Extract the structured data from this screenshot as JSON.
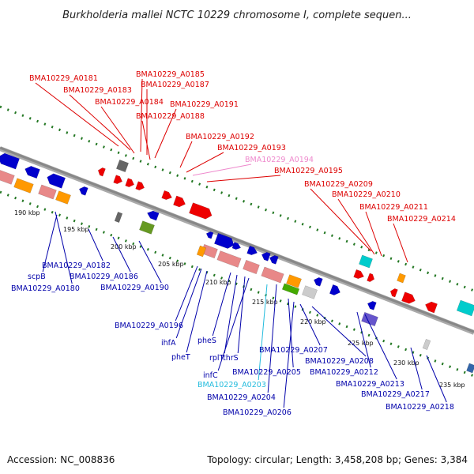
{
  "title": "Burkholderia mallei NCTC 10229 chromosome I, complete sequen...",
  "accession": "Accession: NC_008836",
  "summary": "Topology: circular; Length: 3,458,208 bp; Genes: 3,384",
  "colors": {
    "red_label": "#dd0000",
    "pink_label": "#ee88cc",
    "blue_label": "#0000aa",
    "cyan_label": "#22bbdd",
    "backbone": "#888888",
    "tick_green": "#227722"
  },
  "ticks": [
    "190 kbp",
    "195 kbp",
    "200 kbp",
    "205 kbp",
    "210 kbp",
    "215 kbp",
    "220 kbp",
    "225 kbp",
    "230 kbp",
    "235 kbp"
  ],
  "top_labels": [
    "BMA10229_A0181",
    "BMA10229_A0183",
    "BMA10229_A0185",
    "BMA10229_A0187",
    "BMA10229_A0184",
    "BMA10229_A0191",
    "BMA10229_A0188",
    "BMA10229_A0192",
    "BMA10229_A0193",
    "BMA10229_A0194",
    "BMA10229_A0195",
    "BMA10229_A0209",
    "BMA10229_A0210",
    "BMA10229_A0211",
    "BMA10229_A0214"
  ],
  "bottom_labels": [
    "BMA10229_A0182",
    "scpB",
    "BMA10229_A0186",
    "BMA10229_A0180",
    "BMA10229_A0190",
    "BMA10229_A0196",
    "ihfA",
    "pheT",
    "pheS",
    "rplT",
    "thrS",
    "infC",
    "BMA10229_A0203",
    "BMA10229_A0204",
    "BMA10229_A0205",
    "BMA10229_A0206",
    "BMA10229_A0207",
    "BMA10229_A0208",
    "BMA10229_A0212",
    "BMA10229_A0213",
    "BMA10229_A0217",
    "BMA10229_A0218"
  ]
}
